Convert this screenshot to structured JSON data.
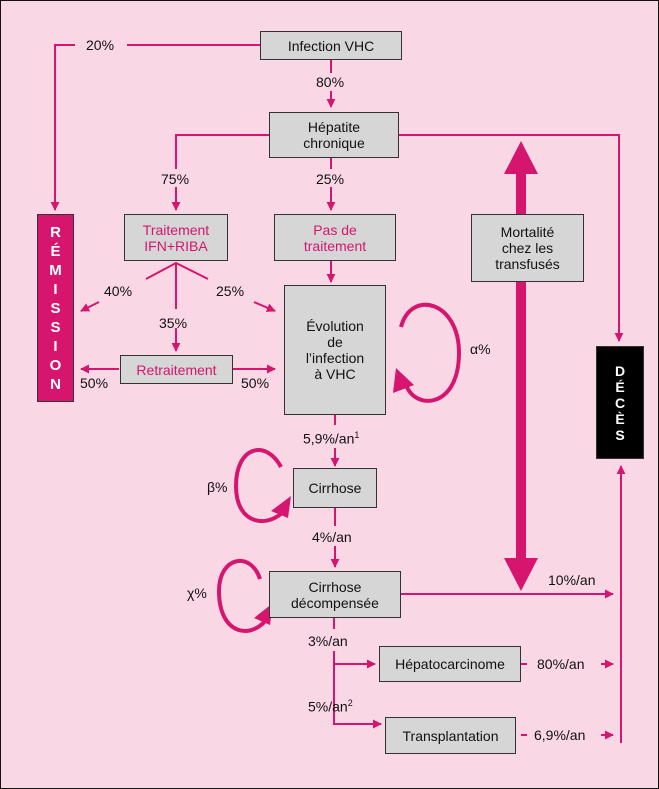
{
  "colors": {
    "background": "#fad7e4",
    "accent": "#d6156e",
    "box_fill": "#d6d6d6",
    "death_fill": "#000000",
    "remission_fill": "#d6156e"
  },
  "nodes": {
    "infection": "Infection VHC",
    "hepatite": [
      "Hépatite",
      "chronique"
    ],
    "traitement": [
      "Traitement",
      "IFN+RIBA"
    ],
    "pas_traitement": [
      "Pas de",
      "traitement"
    ],
    "evolution": [
      "Évolution",
      "de",
      "l’infection",
      "à VHC"
    ],
    "retraitement": "Retraitement",
    "mortalite": [
      "Mortalité",
      "chez les",
      "transfusés"
    ],
    "cirrhose": "Cirrhose",
    "cirrhose_dec": [
      "Cirrhose",
      "décompensée"
    ],
    "hepatocarcinome": "Hépatocarcinome",
    "transplantation": "Transplantation",
    "remission": [
      "R",
      "É",
      "M",
      "I",
      "S",
      "S",
      "I",
      "O",
      "N"
    ],
    "deces": [
      "D",
      "É",
      "C",
      "È",
      "S"
    ]
  },
  "labels": {
    "infection_remission": "20%",
    "infection_hepatite": "80%",
    "hepatite_traitement": "75%",
    "hepatite_pas": "25%",
    "traitement_remission": "40%",
    "traitement_retraitement": "35%",
    "traitement_evolution": "25%",
    "retraitement_remission": "50%",
    "retraitement_evolution": "50%",
    "alpha": "α%",
    "beta": "β%",
    "chi": "χ%",
    "evolution_cirrhose": "5,9%/an",
    "evolution_cirrhose_sup": "1",
    "cirrhose_dec": "4%/an",
    "dec_deces": "10%/an",
    "dec_hcc": "3%/an",
    "dec_transplant": "5%/an",
    "dec_transplant_sup": "2",
    "hcc_deces": "80%/an",
    "transplant_deces": "6,9%/an"
  }
}
